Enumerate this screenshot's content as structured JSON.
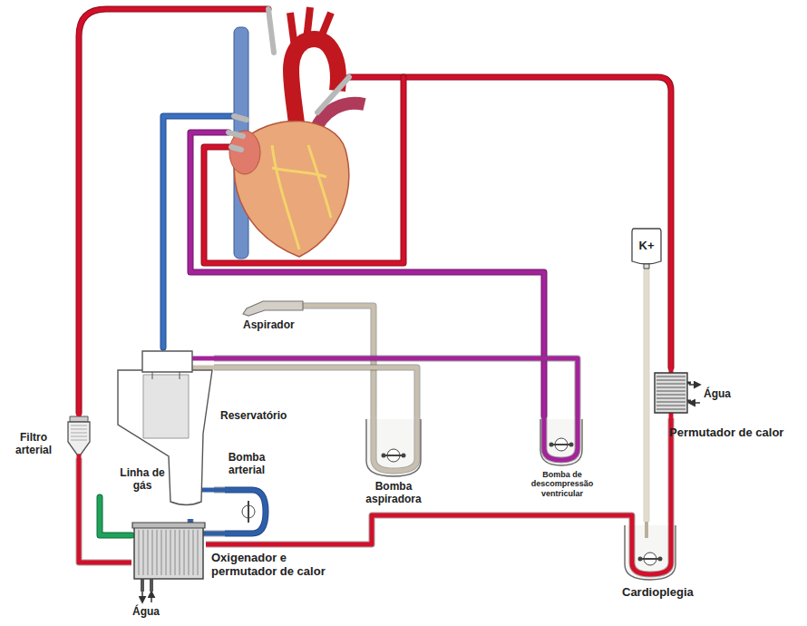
{
  "diagram": {
    "nodes": [
      {
        "text": [
          "Aspirador"
        ]
      },
      {
        "text": [
          "Reservatório"
        ]
      },
      {
        "text": [
          "K+"
        ]
      },
      {
        "text": [
          "Permutador de calor"
        ]
      },
      {
        "text": [
          "Filtro arterial"
        ]
      },
      {
        "text": [
          "Bomba arterial"
        ]
      },
      {
        "text": [
          "Bomba aspiradora"
        ]
      },
      {
        "text": [
          "Bomba de descompressão ventricular"
        ]
      },
      {
        "text": [
          "Oxigenador e permutador de calor"
        ]
      },
      {
        "text": [
          "Cardioplegia"
        ]
      }
    ],
    "edges": [
      {
        "from": 0,
        "to": 6,
        "arrow": "none"
      },
      {
        "from": 6,
        "to": 1,
        "arrow": "none"
      },
      {
        "from": 7,
        "to": 1,
        "arrow": "none"
      },
      {
        "from": 1,
        "to": 5,
        "arrow": "none"
      },
      {
        "from": 5,
        "to": 8,
        "arrow": "none"
      },
      {
        "from": 8,
        "to": 4,
        "arrow": "none"
      },
      {
        "from": 8,
        "to": 9,
        "arrow": "none"
      },
      {
        "from": 2,
        "to": 9,
        "arrow": "none"
      },
      {
        "from": 9,
        "to": 3,
        "arrow": "none"
      }
    ],
    "labels": [
      "Linha de gás",
      "Água",
      "Água"
    ]
  }
}
